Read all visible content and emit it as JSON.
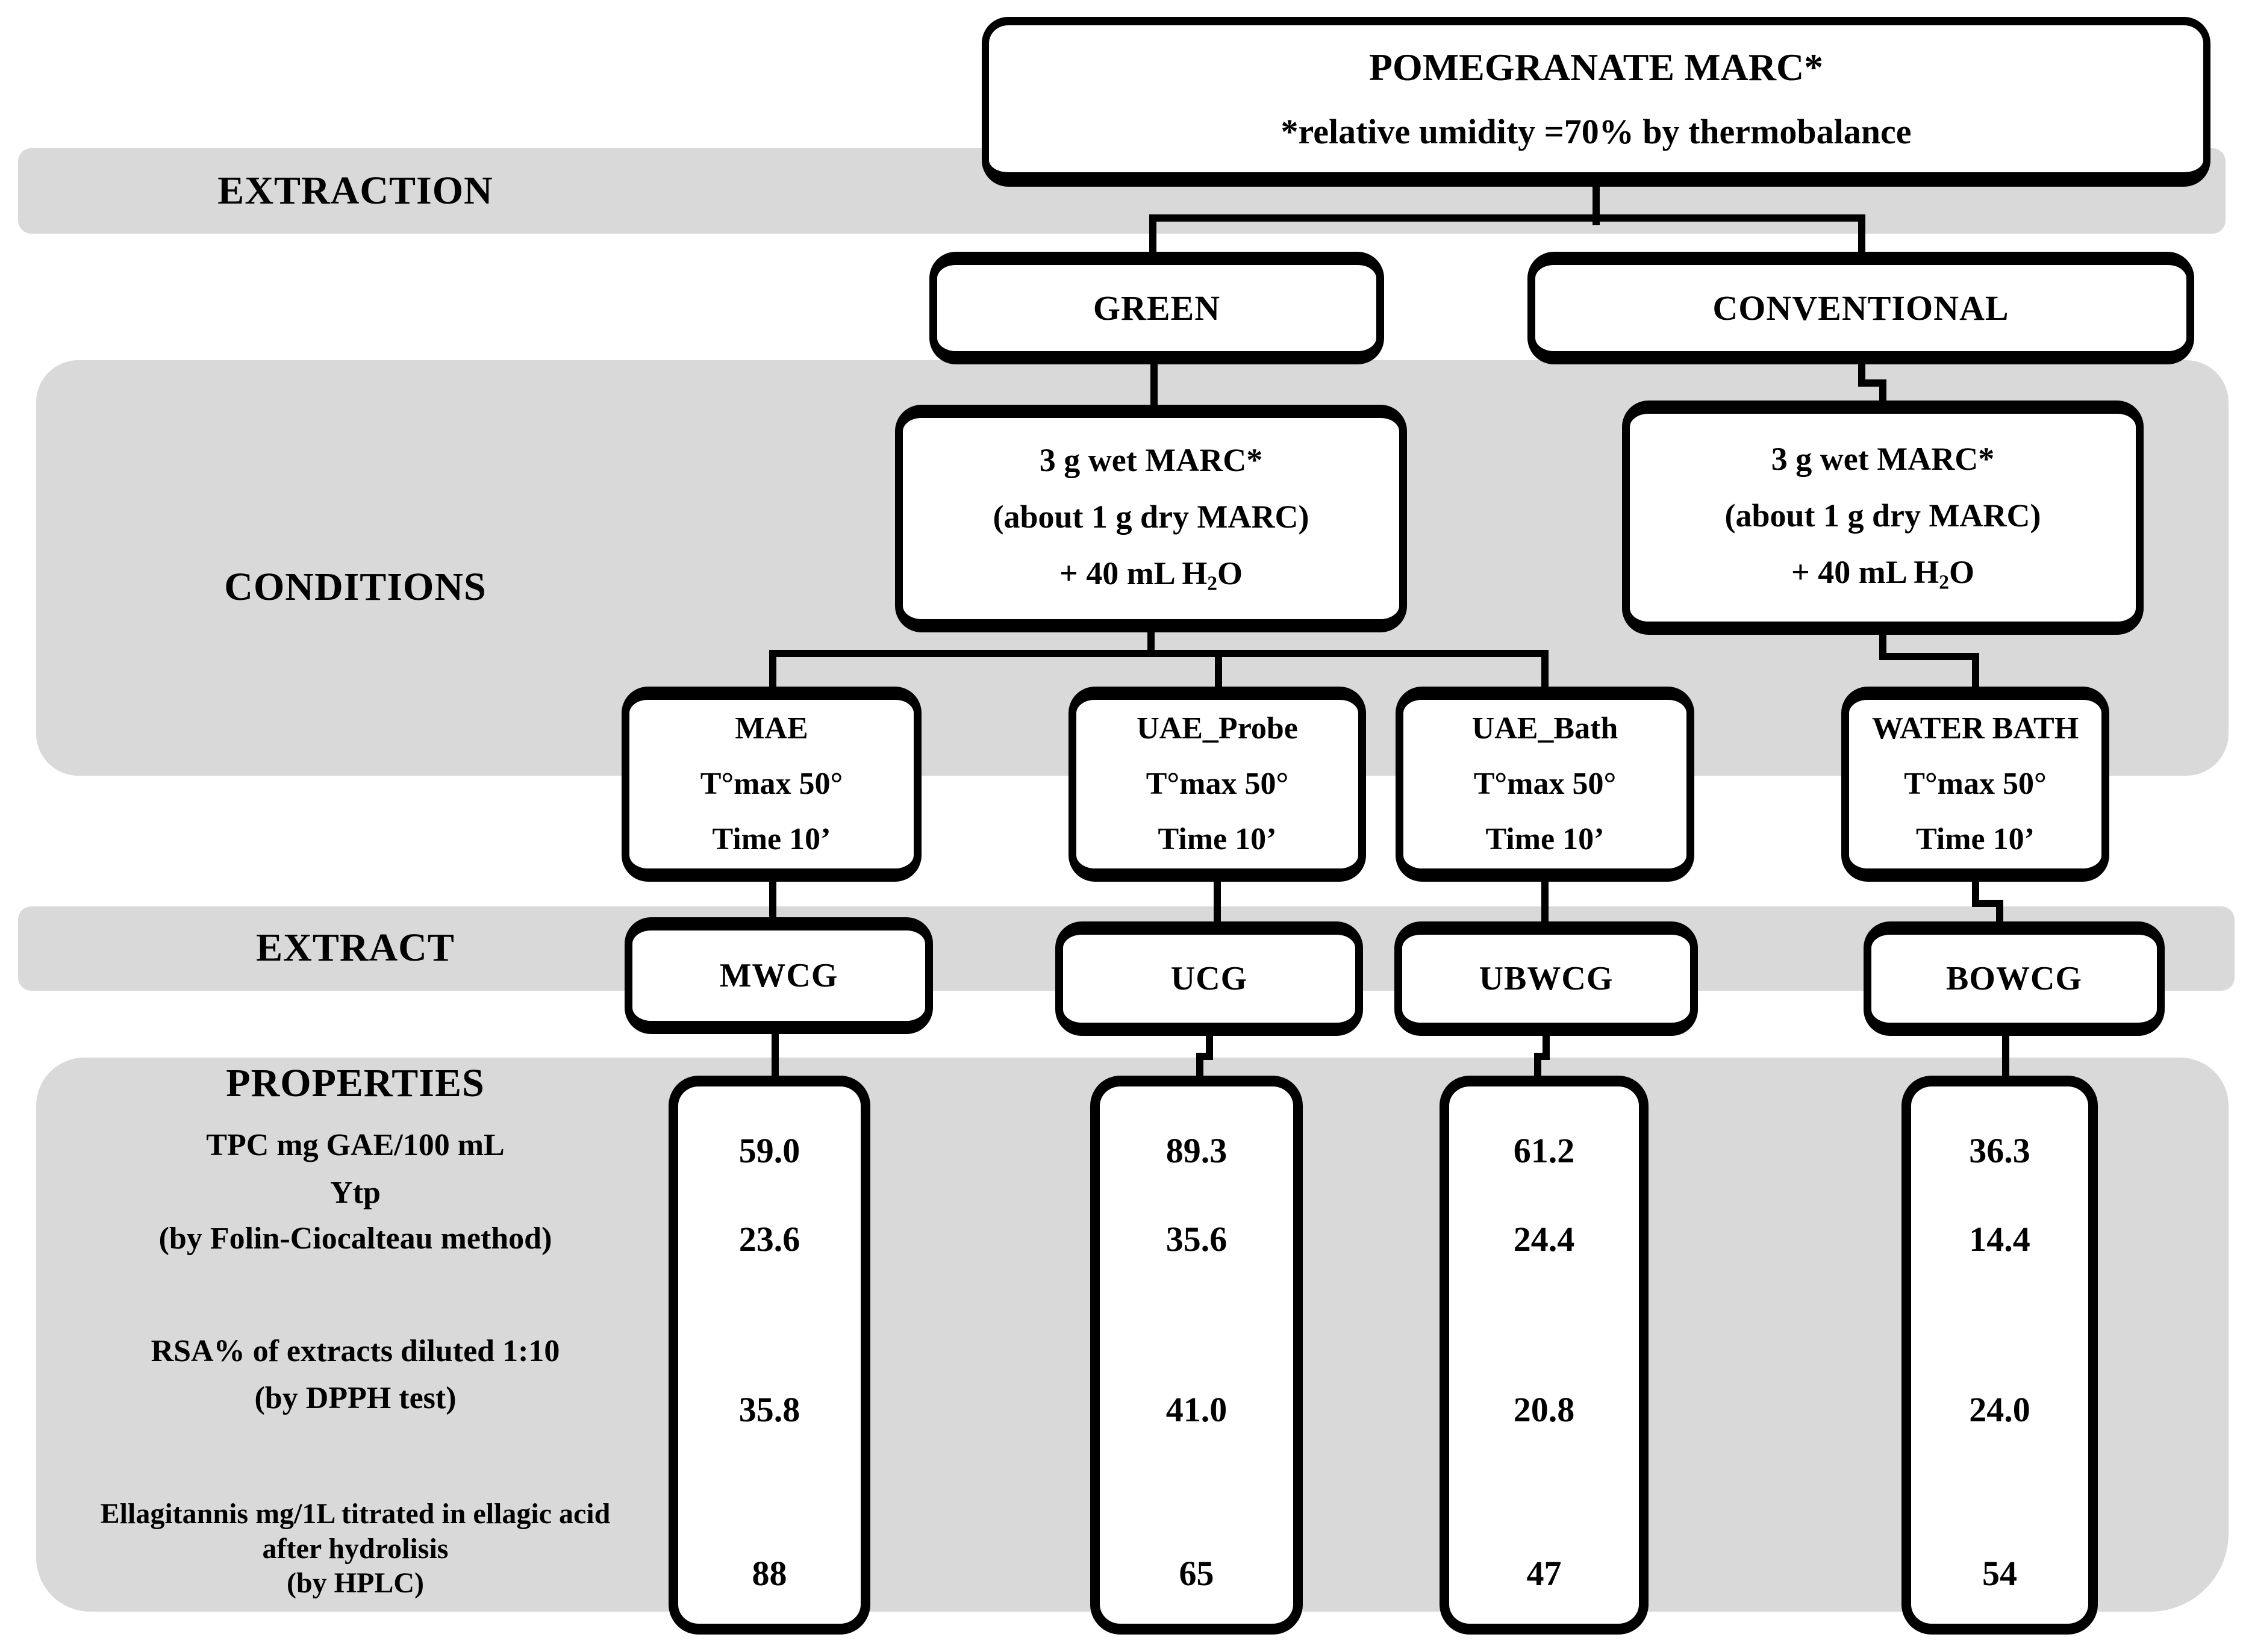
{
  "colors": {
    "band_gray": "#d9d9d9",
    "line_black": "#000000",
    "box_bg": "#ffffff"
  },
  "root_box": {
    "title": "POMEGRANATE MARC*",
    "subtitle": "*relative umidity =70% by thermobalance"
  },
  "section_labels": {
    "extraction": "EXTRACTION",
    "conditions": "CONDITIONS",
    "extract": "EXTRACT",
    "properties": "PROPERTIES"
  },
  "branches": {
    "green": "GREEN",
    "conventional": "CONVENTIONAL"
  },
  "condition_green": {
    "line1": "3 g wet MARC*",
    "line2": "(about 1 g dry MARC)",
    "water_prefix": "+ 40 mL H",
    "water_sub": "2",
    "water_suffix": "O"
  },
  "condition_conventional": {
    "line1": "3 g wet MARC*",
    "line2": "(about 1 g dry MARC)",
    "water_prefix": "+ 40 mL H",
    "water_sub": "2",
    "water_suffix": "O"
  },
  "methods": [
    {
      "name": "MAE",
      "temp": "T°max 50°",
      "time": "Time 10’"
    },
    {
      "name": "UAE_Probe",
      "temp": "T°max 50°",
      "time": "Time 10’"
    },
    {
      "name": "UAE_Bath",
      "temp": "T°max 50°",
      "time": "Time 10’"
    },
    {
      "name": "WATER BATH",
      "temp": "T°max 50°",
      "time": "Time 10’"
    }
  ],
  "extracts": [
    "MWCG",
    "UCG",
    "UBWCG",
    "BOWCG"
  ],
  "property_labels": {
    "tpc": "TPC mg GAE/100 mL",
    "ytp": "Ytp",
    "folin": "(by Folin-Ciocalteau method)",
    "rsa": "RSA% of extracts diluted 1:10",
    "dpph": "(by DPPH test)",
    "ellagitannins_1": "Ellagitannis mg/1L titrated in ellagic acid",
    "ellagitannins_2": "after hydrolisis",
    "ellagitannins_3": "(by HPLC)"
  },
  "values": {
    "MWCG": {
      "tpc": "59.0",
      "ytp": "23.6",
      "rsa": "35.8",
      "ellagitannins": "88"
    },
    "UCG": {
      "tpc": "89.3",
      "ytp": "35.6",
      "rsa": "41.0",
      "ellagitannins": "65"
    },
    "UBWCG": {
      "tpc": "61.2",
      "ytp": "24.4",
      "rsa": "20.8",
      "ellagitannins": "47"
    },
    "BOWCG": {
      "tpc": "36.3",
      "ytp": "14.4",
      "rsa": "24.0",
      "ellagitannins": "54"
    }
  }
}
